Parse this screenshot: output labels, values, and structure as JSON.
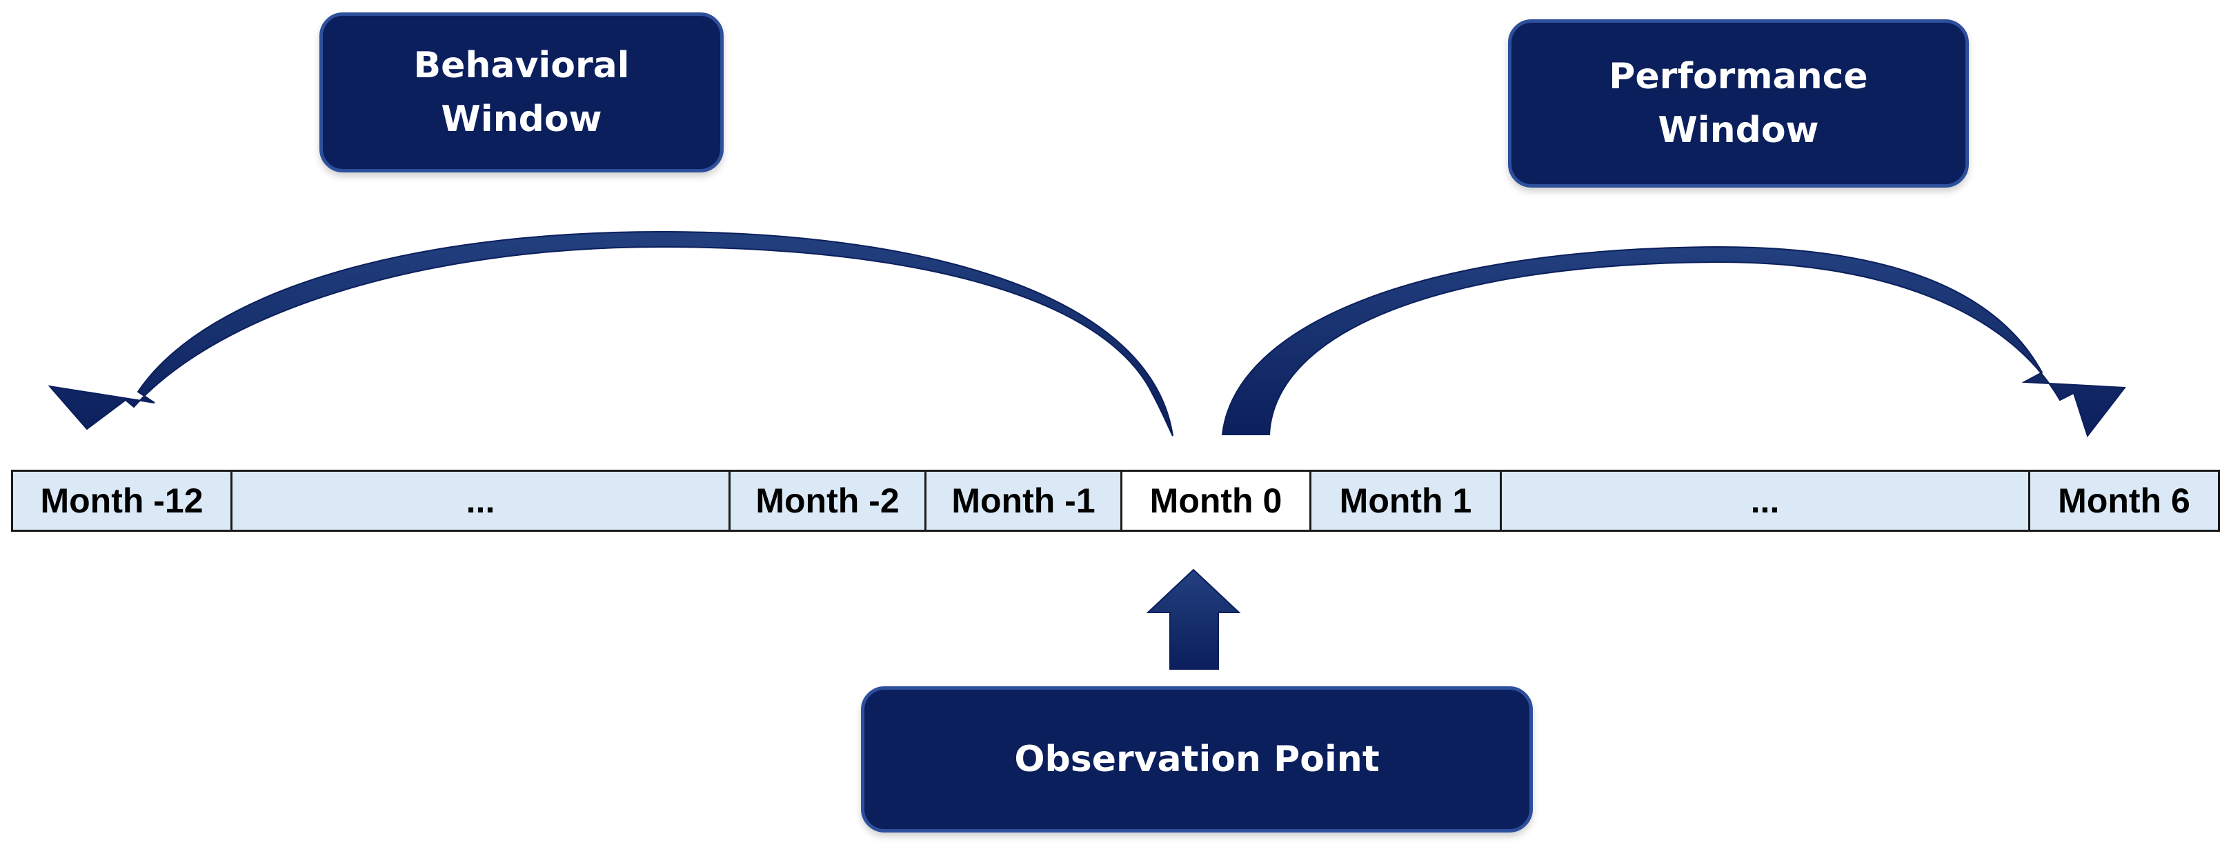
{
  "labels": {
    "behavioral_window": "Behavioral\nWindow",
    "performance_window": "Performance\nWindow",
    "observation_point": "Observation Point"
  },
  "timeline": {
    "cells": [
      {
        "label": "Month -12"
      },
      {
        "label": "..."
      },
      {
        "label": "Month -2"
      },
      {
        "label": "Month -1"
      },
      {
        "label": "Month 0"
      },
      {
        "label": "Month 1"
      },
      {
        "label": "..."
      },
      {
        "label": "Month 6"
      }
    ]
  },
  "colors": {
    "box_fill": "#0b1f5c",
    "box_border": "#2d4f9c",
    "cell_fill": "#dbe9f6",
    "current_cell_fill": "#ffffff",
    "arrow_fill": "#0b1f5c"
  }
}
